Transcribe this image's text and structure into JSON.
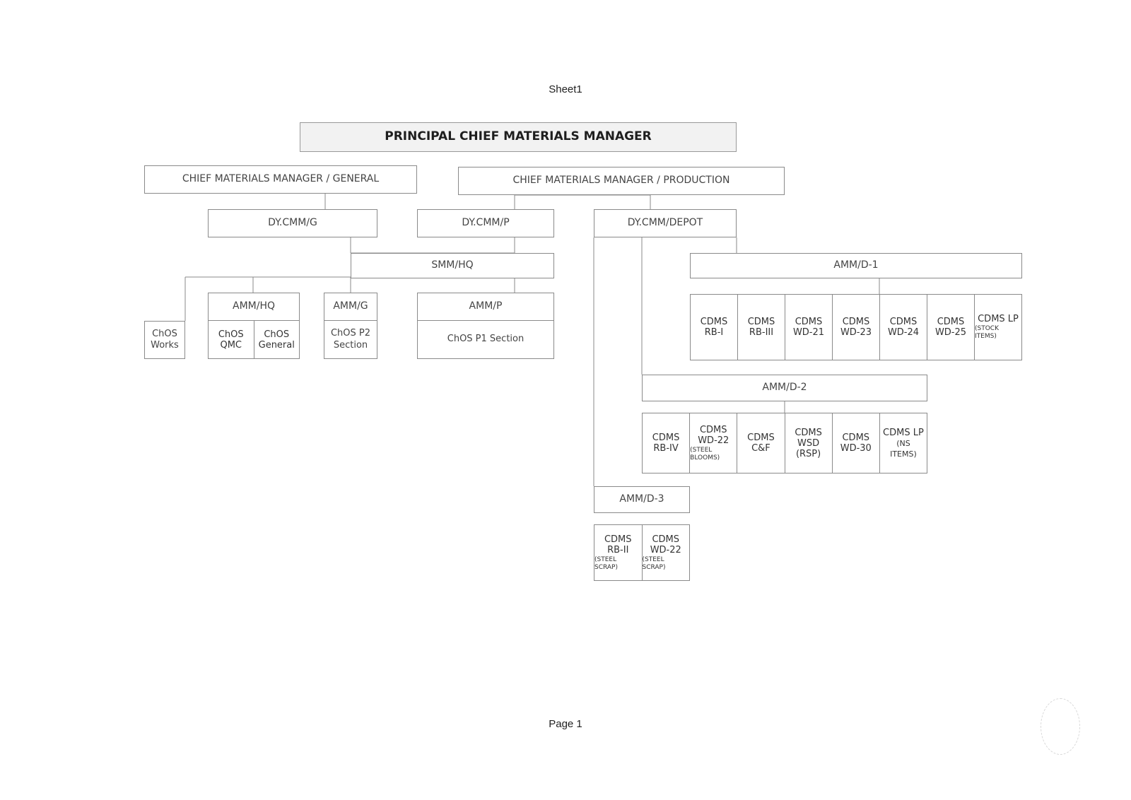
{
  "sheet_title": "Sheet1",
  "page_footer": "Page 1",
  "org": {
    "pcmm": "PRINCIPAL CHIEF MATERIALS MANAGER",
    "cmm_general": "CHIEF MATERIALS MANAGER / GENERAL",
    "cmm_production": "CHIEF MATERIALS MANAGER / PRODUCTION",
    "dycmm_g": "DY.CMM/G",
    "dycmm_p": "DY.CMM/P",
    "dycmm_depot": "DY.CMM/DEPOT",
    "smm_hq": "SMM/HQ",
    "amm_hq": "AMM/HQ",
    "amm_g": "AMM/G",
    "amm_p": "AMM/P",
    "chos_works": [
      "ChOS",
      "Works"
    ],
    "chos_qmc": [
      "ChOS",
      "QMC"
    ],
    "chos_general": [
      "ChOS",
      "General"
    ],
    "chos_p2": [
      "ChOS P2",
      "Section"
    ],
    "chos_p1": "ChOS P1 Section",
    "amm_d1": "AMM/D-1",
    "amm_d2": "AMM/D-2",
    "amm_d3": "AMM/D-3",
    "d1_units": [
      {
        "l1": "CDMS",
        "l2": "RB-I",
        "sub": ""
      },
      {
        "l1": "CDMS",
        "l2": "RB-III",
        "sub": ""
      },
      {
        "l1": "CDMS",
        "l2": "WD-21",
        "sub": ""
      },
      {
        "l1": "CDMS",
        "l2": "WD-23",
        "sub": ""
      },
      {
        "l1": "CDMS",
        "l2": "WD-24",
        "sub": ""
      },
      {
        "l1": "CDMS",
        "l2": "WD-25",
        "sub": ""
      },
      {
        "l1": "CDMS LP",
        "l2": "",
        "sub": "(STOCK ITEMS)"
      }
    ],
    "d2_units": [
      {
        "l1": "CDMS",
        "l2": "RB-IV",
        "sub": ""
      },
      {
        "l1": "CDMS",
        "l2": "WD-22",
        "sub": "(STEEL BLOOMS)"
      },
      {
        "l1": "CDMS",
        "l2": "C&F",
        "sub": ""
      },
      {
        "l1": "CDMS",
        "l2": "WSD",
        "sub": "(RSP)"
      },
      {
        "l1": "CDMS",
        "l2": "WD-30",
        "sub": ""
      },
      {
        "l1": "CDMS LP",
        "l2": "(NS",
        "sub": "ITEMS)"
      }
    ],
    "d3_units": [
      {
        "l1": "CDMS",
        "l2": "RB-II",
        "sub": "(STEEL SCRAP)"
      },
      {
        "l1": "CDMS",
        "l2": "WD-22",
        "sub": "(STEEL SCRAP)"
      }
    ]
  }
}
